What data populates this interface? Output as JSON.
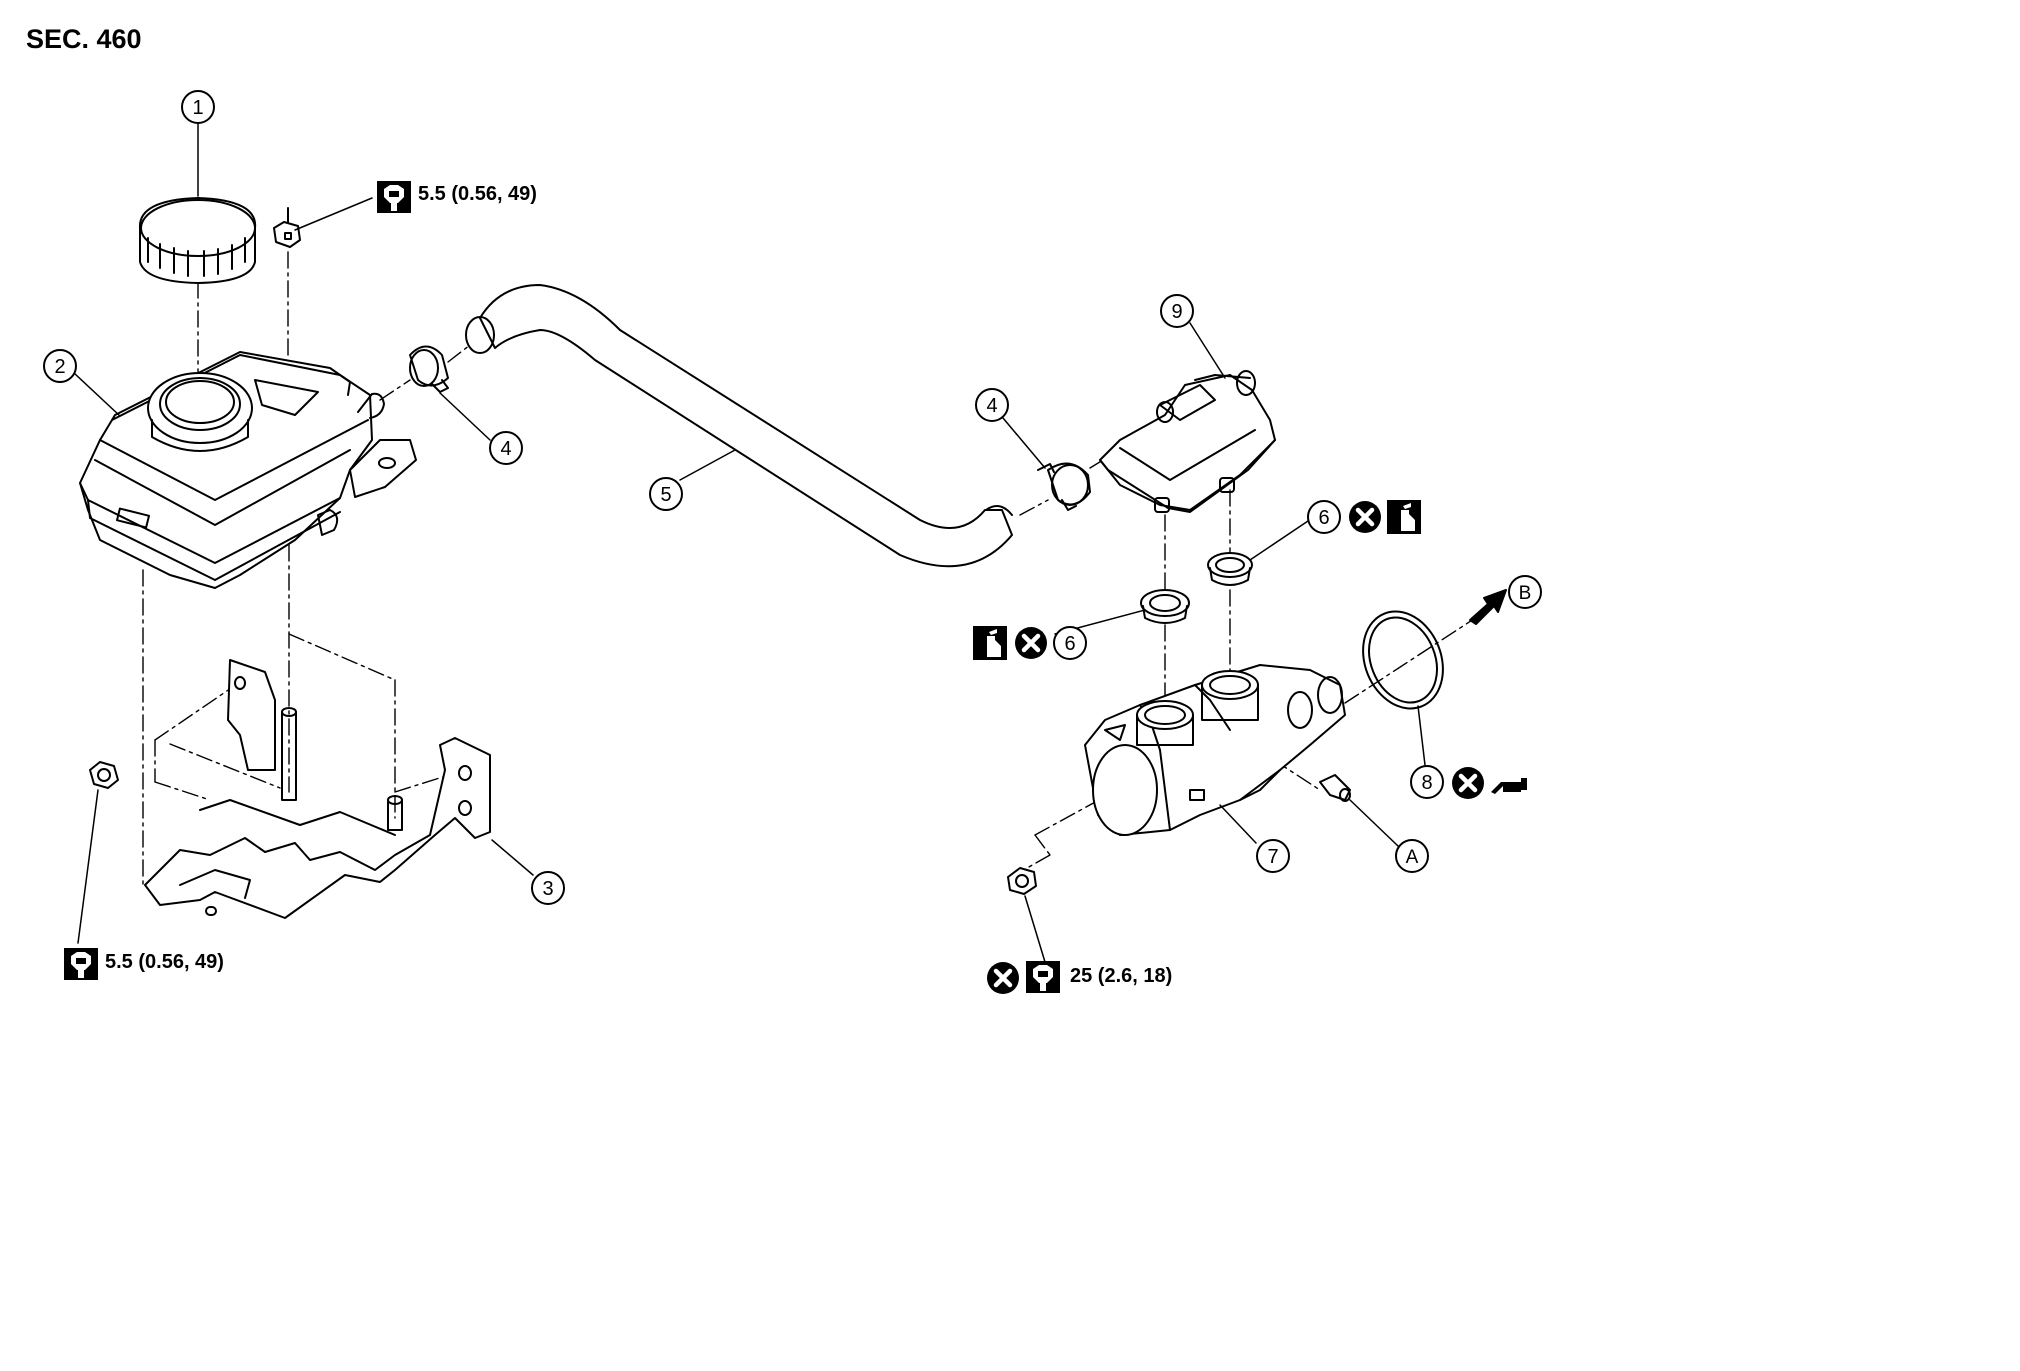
{
  "section_label": "SEC. 460",
  "callouts": [
    {
      "id": "1",
      "label": "1"
    },
    {
      "id": "2",
      "label": "2"
    },
    {
      "id": "3",
      "label": "3"
    },
    {
      "id": "4a",
      "label": "4"
    },
    {
      "id": "4b",
      "label": "4"
    },
    {
      "id": "5",
      "label": "5"
    },
    {
      "id": "6a",
      "label": "6"
    },
    {
      "id": "6b",
      "label": "6"
    },
    {
      "id": "7",
      "label": "7"
    },
    {
      "id": "8",
      "label": "8"
    },
    {
      "id": "9",
      "label": "9"
    },
    {
      "id": "A",
      "label": "A"
    },
    {
      "id": "B",
      "label": "B"
    }
  ],
  "torques": {
    "reservoir_nut_top": "5.5 (0.56, 49)",
    "bracket_nut": "5.5 (0.56, 49)",
    "master_cylinder_nut": "25 (2.6, 18)"
  },
  "symbols": {
    "torque": "torque-wrench-icon",
    "do_not_reuse": "do-not-reuse-icon",
    "brake_fluid": "brake-fluid-icon",
    "grease": "grease-gun-icon"
  },
  "colors": {
    "line": "#000000",
    "background": "#ffffff"
  }
}
